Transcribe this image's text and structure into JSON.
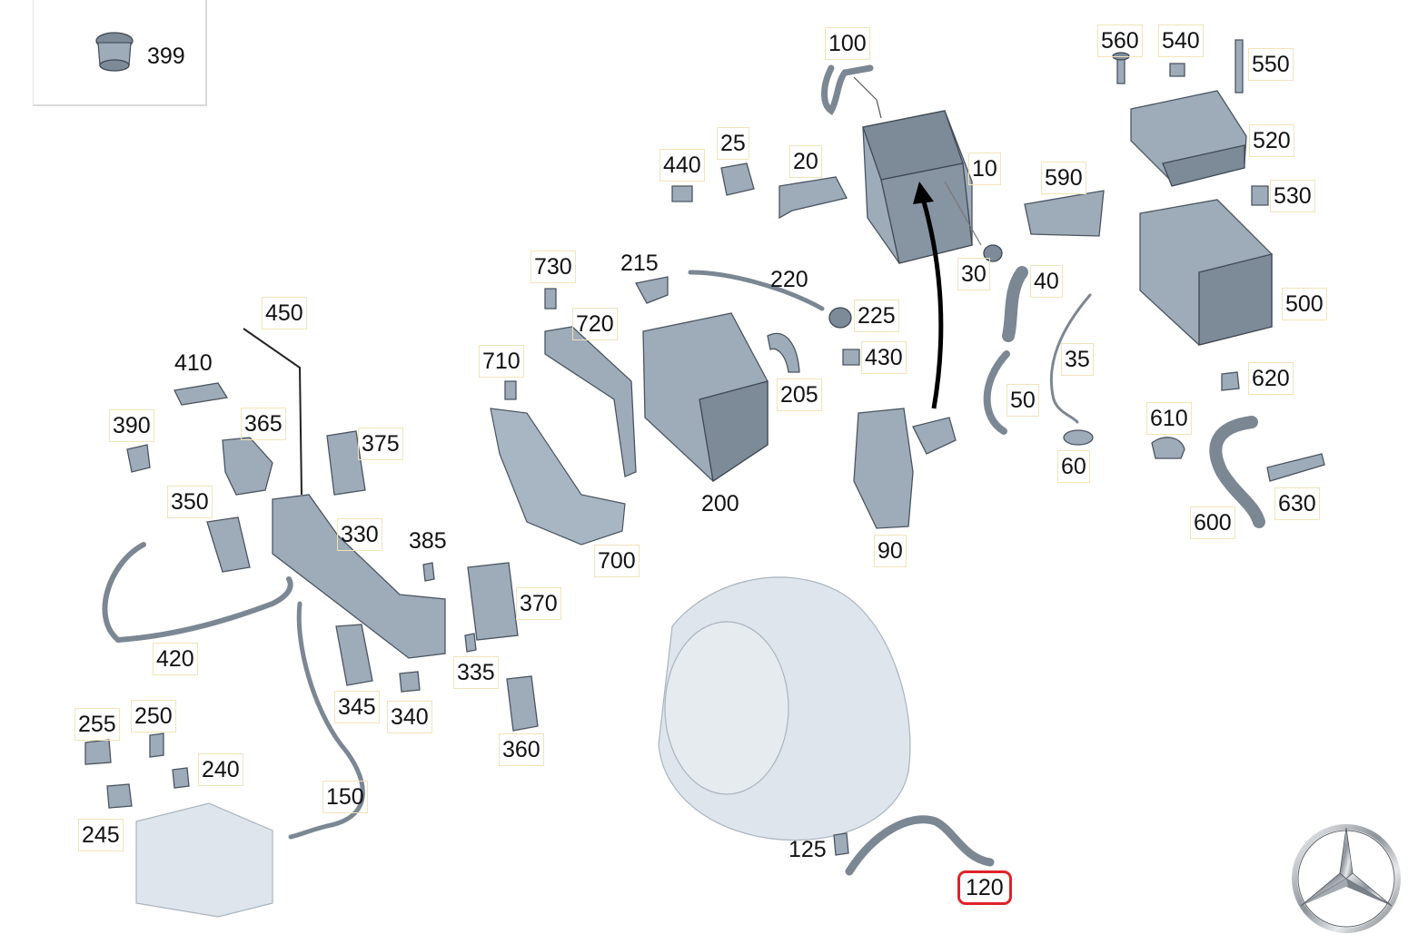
{
  "callouts": {
    "p399": "399",
    "p100": "100",
    "p560": "560",
    "p540": "540",
    "p550": "550",
    "p520": "520",
    "p530": "530",
    "p500": "500",
    "p10": "10",
    "p590": "590",
    "p440": "440",
    "p25": "25",
    "p20": "20",
    "p30": "30",
    "p40": "40",
    "p35": "35",
    "p730": "730",
    "p215": "215",
    "p220": "220",
    "p225": "225",
    "p430": "430",
    "p720": "720",
    "p710": "710",
    "p205": "205",
    "p200": "200",
    "p450": "450",
    "p410": "410",
    "p390": "390",
    "p365": "365",
    "p375": "375",
    "p350": "350",
    "p330": "330",
    "p385": "385",
    "p370": "370",
    "p420": "420",
    "p335": "335",
    "p345": "345",
    "p340": "340",
    "p360": "360",
    "p255": "255",
    "p250": "250",
    "p240": "240",
    "p245": "245",
    "p150": "150",
    "p700": "700",
    "p90": "90",
    "p50": "50",
    "p60": "60",
    "p620": "620",
    "p610": "610",
    "p600": "600",
    "p630": "630",
    "p125": "125",
    "p120": "120"
  },
  "selected_part": "120",
  "colors": {
    "selected_outline": "#e0222a",
    "callout_border": "#f3e3b8",
    "part_fill": "#9eabb8",
    "ghost_part_fill": "#dfe5ec"
  },
  "icons": {
    "brand_logo": "three-pointed-star-logo-icon"
  }
}
